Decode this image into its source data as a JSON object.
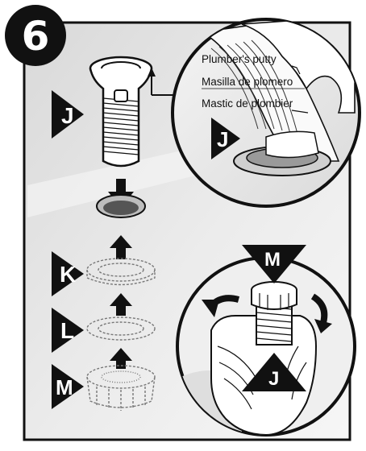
{
  "step": {
    "number": "6"
  },
  "callout": {
    "lines": [
      "Plumber's putty",
      "Masilla de plomero",
      "Mastic de plombier"
    ]
  },
  "part_labels": {
    "j_main": "J",
    "j_inset": "J",
    "j_hand": "J",
    "k": "K",
    "l": "L",
    "m_left": "M",
    "m_hand": "M"
  },
  "colors": {
    "frame_fill": "#e4e4e4",
    "outline": "#111111",
    "label_fill": "#111111",
    "label_text": "#ffffff"
  }
}
